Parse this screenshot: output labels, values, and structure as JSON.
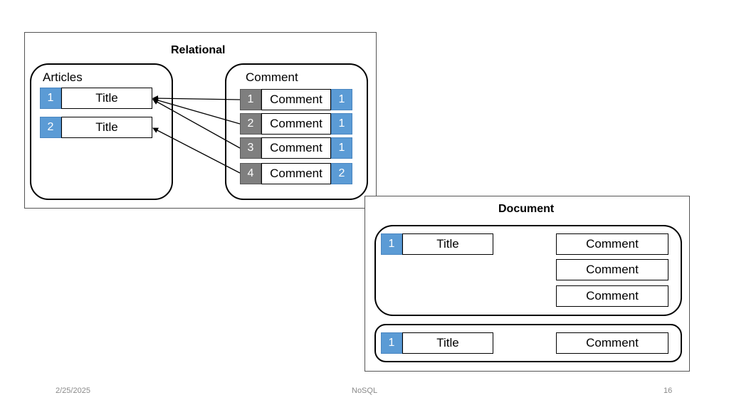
{
  "relational": {
    "heading": "Relational",
    "articles": {
      "label": "Articles",
      "rows": [
        {
          "id": "1",
          "title": "Title"
        },
        {
          "id": "2",
          "title": "Title"
        }
      ]
    },
    "comments": {
      "label": "Comment",
      "rows": [
        {
          "id": "1",
          "text": "Comment",
          "article_ref": "1"
        },
        {
          "id": "2",
          "text": "Comment",
          "article_ref": "1"
        },
        {
          "id": "3",
          "text": "Comment",
          "article_ref": "1"
        },
        {
          "id": "4",
          "text": "Comment",
          "article_ref": "2"
        }
      ]
    }
  },
  "document": {
    "heading": "Document",
    "documents": [
      {
        "id": "1",
        "title": "Title",
        "comments": [
          "Comment",
          "Comment",
          "Comment"
        ]
      },
      {
        "id": "1",
        "title": "Title",
        "comments": [
          "Comment"
        ]
      }
    ]
  },
  "footer": {
    "date": "2/25/2025",
    "topic": "NoSQL",
    "page": "16"
  },
  "colors": {
    "id_blue": "#5b9bd5",
    "id_gray": "#7f7f7f",
    "footer_text": "#8a8a8a"
  }
}
